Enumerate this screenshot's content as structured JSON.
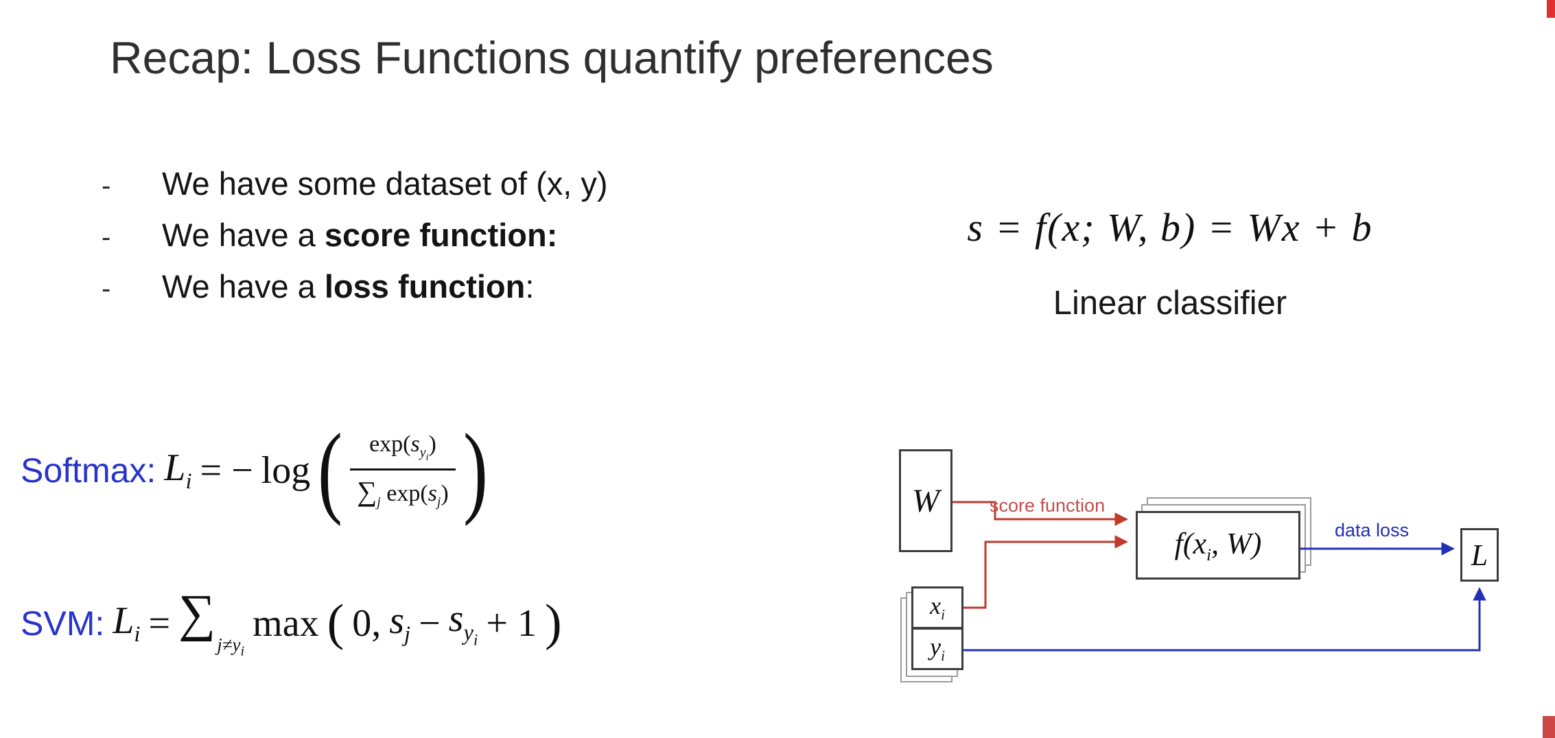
{
  "title": "Recap: Loss Functions quantify preferences",
  "bullets": [
    {
      "dash": "-",
      "pre": "We have some dataset of (x, y)",
      "bold": "",
      "post": ""
    },
    {
      "dash": "-",
      "pre": "We have a ",
      "bold": "score function:",
      "post": ""
    },
    {
      "dash": "-",
      "pre": "We have a ",
      "bold": "loss function",
      "post": ":"
    }
  ],
  "score": {
    "formula": "s = f(x; W, b) = Wx + b",
    "caption": "Linear classifier"
  },
  "softmax": {
    "label": "Softmax:",
    "lhs_var": "L",
    "lhs_sub": "i",
    "eq": "= −",
    "log": "log",
    "lparen": "(",
    "rparen": ")",
    "num_exp": "exp(",
    "num_var": "s",
    "num_sub": "y",
    "num_subsub": "i",
    "num_close": ")",
    "den_sum": "∑",
    "den_sum_sub": "j",
    "den_exp": "exp(",
    "den_var": "s",
    "den_sub": "j",
    "den_close": ")"
  },
  "svm": {
    "label": "SVM:",
    "lhs_var": "L",
    "lhs_sub": "i",
    "eq": "=",
    "sum": "∑",
    "sum_sub_main": "j≠y",
    "sum_sub_inner": "i",
    "max": "max",
    "lparen": "(",
    "zero": "0,",
    "s1": "s",
    "s1_sub": "j",
    "minus": "−",
    "s2": "s",
    "s2_sub": "y",
    "s2_subsub": "i",
    "plus_one": "+ 1",
    "rparen": ")"
  },
  "diagram": {
    "w_label": "W",
    "x_var": "x",
    "x_sub": "i",
    "y_var": "y",
    "y_sub": "i",
    "f_pre": "f(x",
    "f_sub": "i",
    "f_post": ", W)",
    "l_label": "L",
    "score_fn_label": "score function",
    "data_loss_label": "data loss",
    "colors": {
      "arrow_red": "#c0392b",
      "arrow_blue": "#2330b4",
      "label_red": "#c0504d",
      "label_blue": "#2330b4"
    }
  }
}
